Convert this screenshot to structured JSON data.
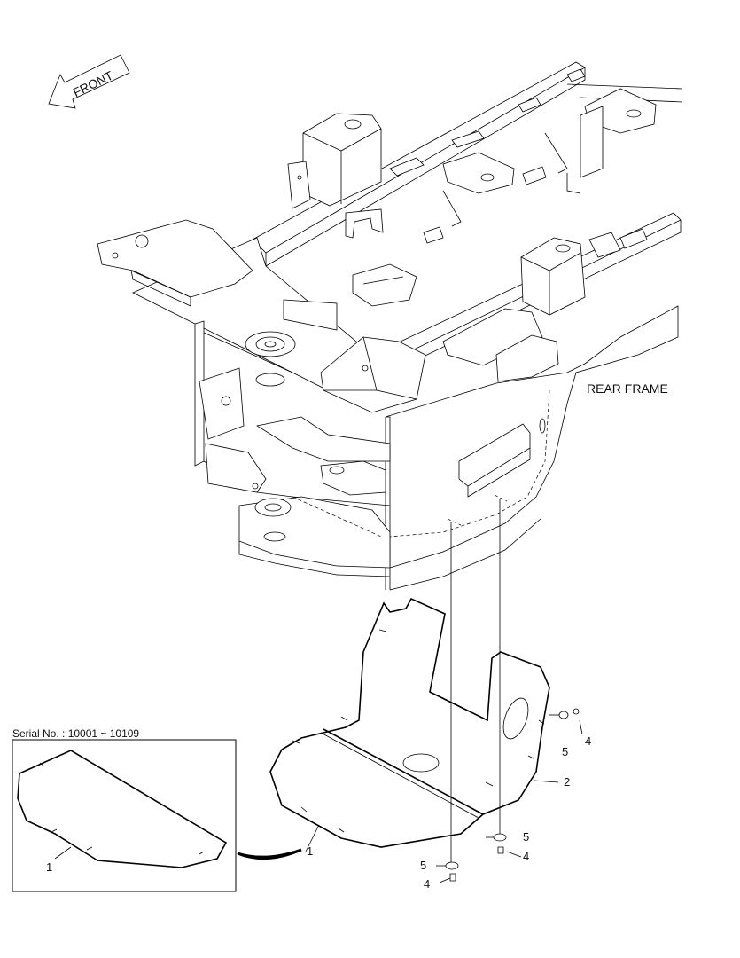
{
  "front_arrow_label": "FRONT",
  "rear_frame_label": "REAR FRAME",
  "serial_label": "Serial No. : 10001 ~ 10109",
  "callouts": {
    "main_cover": "1",
    "side_cover": "2",
    "bolt_upper": "4",
    "washer_upper": "5",
    "washer_mid": "5",
    "bolt_mid": "4",
    "washer_low": "5",
    "bolt_low": "4",
    "inset_cover": "1"
  }
}
